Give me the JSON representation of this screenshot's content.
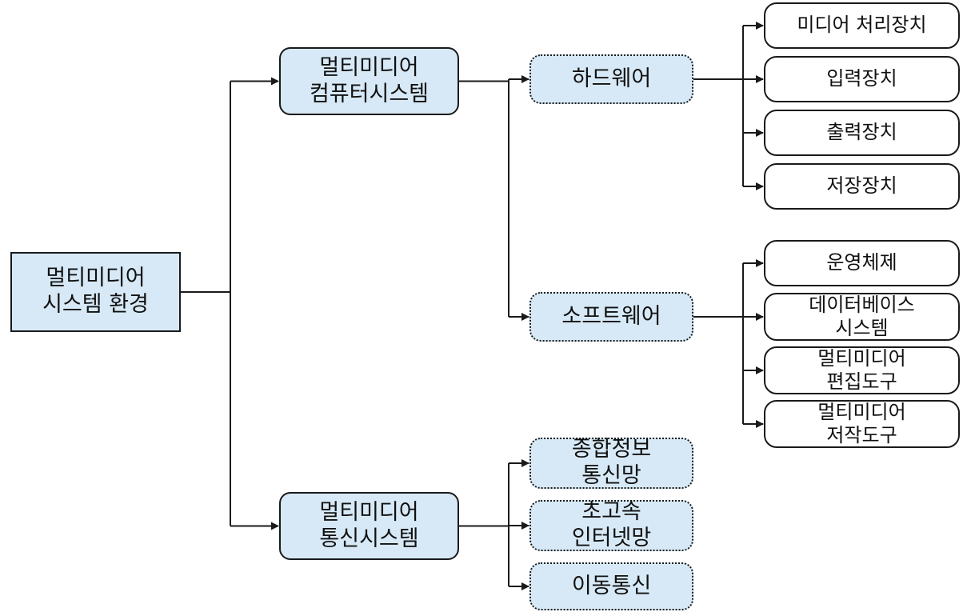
{
  "nodes": {
    "root": "멀티미디어\n시스템 환경",
    "computer_system": "멀티미디어\n컴퓨터시스템",
    "communication_system": "멀티미디어\n통신시스템",
    "hardware": "하드웨어",
    "software": "소프트웨어",
    "isdn": "종합정보\n통신망",
    "high_speed_internet": "초고속\n인터넷망",
    "mobile": "이동통신",
    "media_processor": "미디어 처리장치",
    "input_device": "입력장치",
    "output_device": "출력장치",
    "storage_device": "저장장치",
    "os": "운영체제",
    "database": "데이터베이스\n시스템",
    "editing_tools": "멀티미디어\n편집도구",
    "authoring_tools": "멀티미디어\n저작도구"
  },
  "edges": [
    [
      "root",
      "computer_system"
    ],
    [
      "root",
      "communication_system"
    ],
    [
      "computer_system",
      "hardware"
    ],
    [
      "computer_system",
      "software"
    ],
    [
      "hardware",
      "media_processor"
    ],
    [
      "hardware",
      "input_device"
    ],
    [
      "hardware",
      "output_device"
    ],
    [
      "hardware",
      "storage_device"
    ],
    [
      "software",
      "os"
    ],
    [
      "software",
      "database"
    ],
    [
      "software",
      "editing_tools"
    ],
    [
      "software",
      "authoring_tools"
    ],
    [
      "communication_system",
      "isdn"
    ],
    [
      "communication_system",
      "high_speed_internet"
    ],
    [
      "communication_system",
      "mobile"
    ]
  ],
  "colors": {
    "fill_blue": "#d7e9f6",
    "fill_white": "#ffffff",
    "line": "#1a1a1a"
  }
}
